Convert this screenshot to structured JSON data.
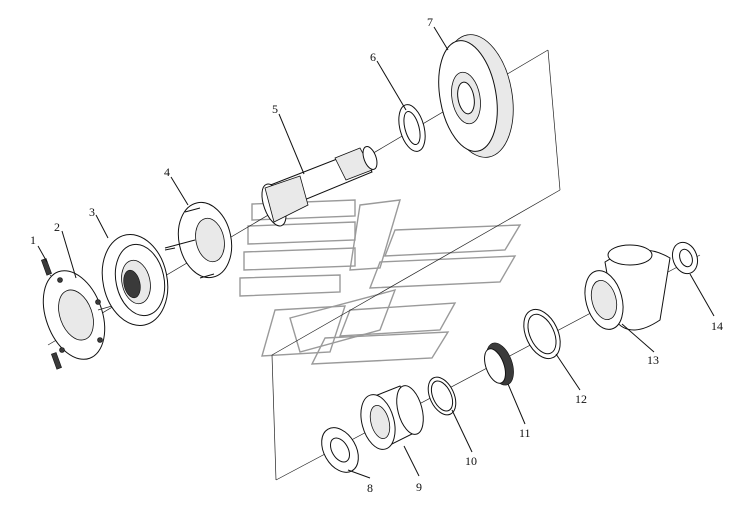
{
  "callouts": [
    {
      "id": "1",
      "text": "1"
    },
    {
      "id": "2",
      "text": "2"
    },
    {
      "id": "3",
      "text": "3"
    },
    {
      "id": "4",
      "text": "4"
    },
    {
      "id": "5",
      "text": "5"
    },
    {
      "id": "6",
      "text": "6"
    },
    {
      "id": "7",
      "text": "7"
    },
    {
      "id": "8",
      "text": "8"
    },
    {
      "id": "9",
      "text": "9"
    },
    {
      "id": "10",
      "text": "10"
    },
    {
      "id": "11",
      "text": "11"
    },
    {
      "id": "12",
      "text": "12"
    },
    {
      "id": "13",
      "text": "13"
    },
    {
      "id": "14",
      "text": "14"
    }
  ],
  "colors": {
    "line": "#111111",
    "watermark": "#9a9a9a",
    "background": "#ffffff"
  }
}
